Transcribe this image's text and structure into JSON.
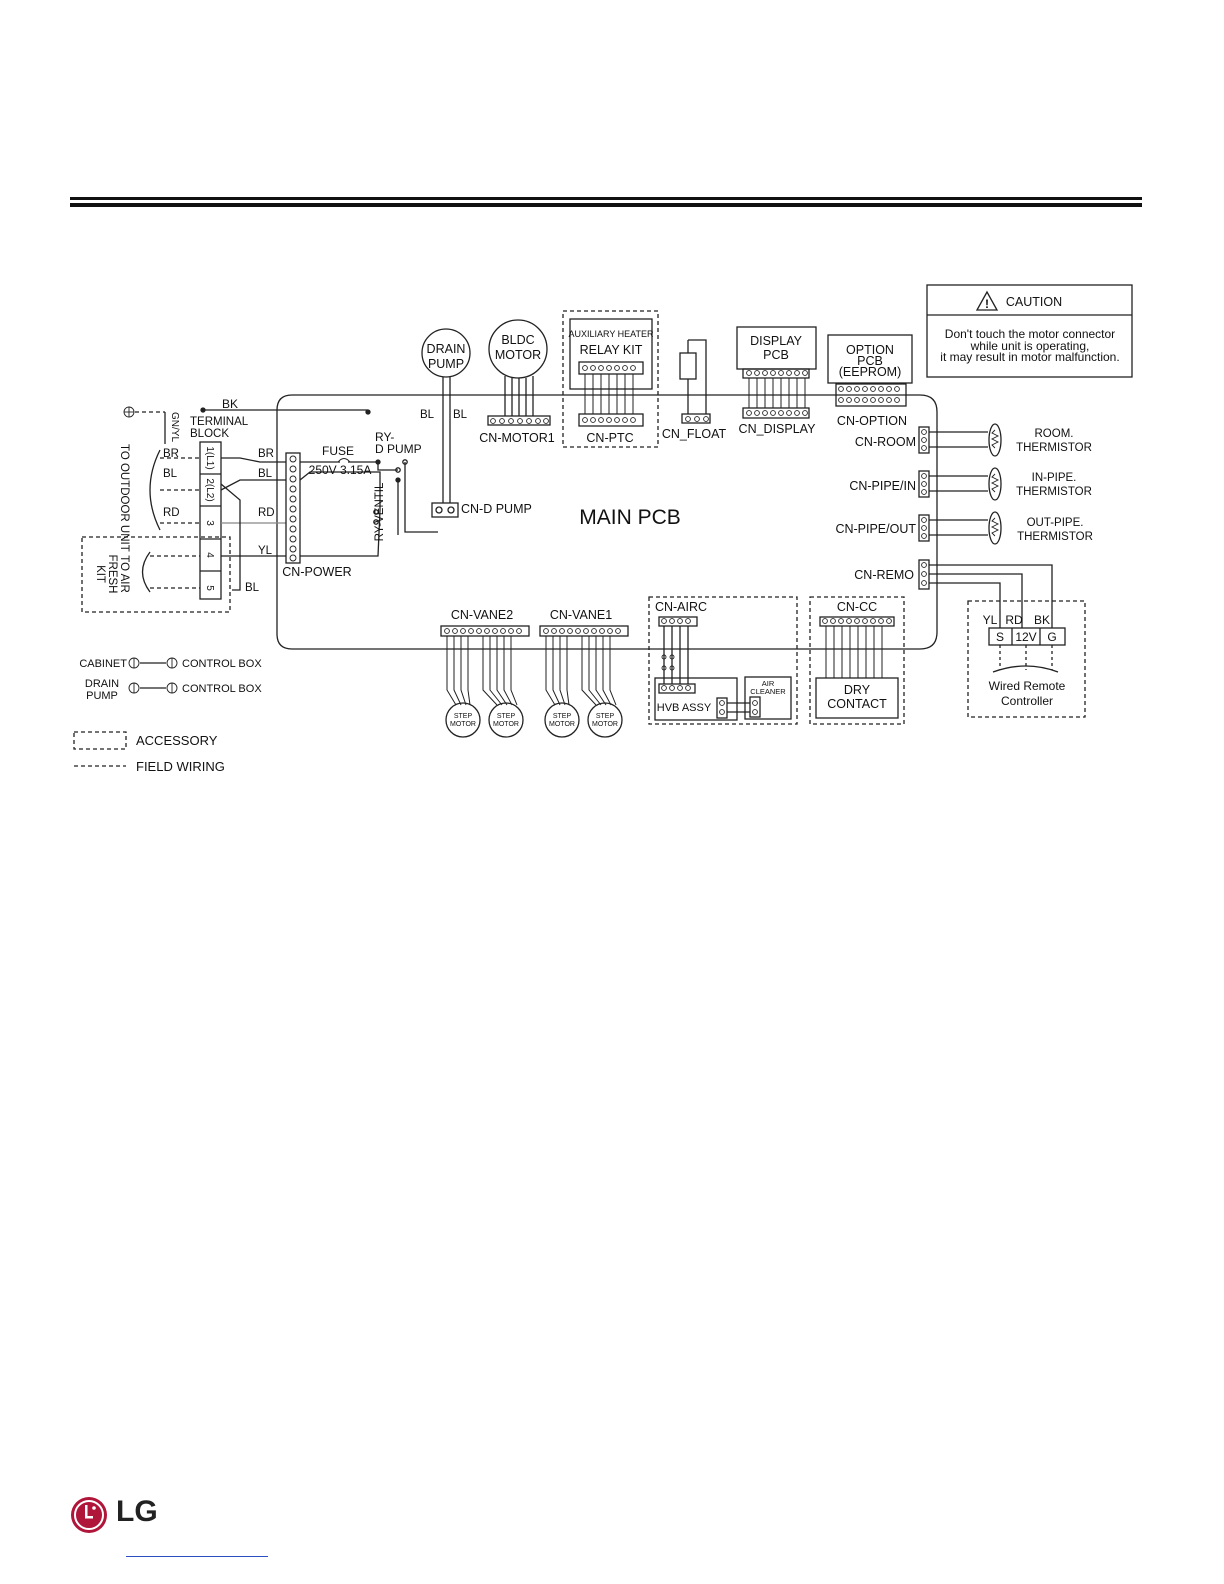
{
  "legend": {
    "accessory": "ACCESSORY",
    "field_wiring": "FIELD WIRING"
  },
  "caution": {
    "title": "CAUTION",
    "line1": "Don't touch the motor connector",
    "line2": "while unit is operating,",
    "line3": "it may result in motor malfunction."
  },
  "main_pcb": "MAIN PCB",
  "components": {
    "drain_pump": [
      "DRAIN",
      "PUMP"
    ],
    "bldc_motor": [
      "BLDC",
      "MOTOR"
    ],
    "aux_heater": [
      "AUXILIARY HEATER",
      "RELAY KIT"
    ],
    "display_pcb": [
      "DISPLAY",
      "PCB"
    ],
    "option_pcb": [
      "OPTION",
      "PCB",
      "(EEPROM)"
    ],
    "dry_contact": [
      "DRY",
      "CONTACT"
    ],
    "hvb_assy": "HVB ASSY",
    "air_cleaner": [
      "AIR",
      "CLEANER"
    ],
    "step_motor": [
      "STEP",
      "MOTOR"
    ],
    "wired_remote": [
      "Wired Remote",
      "Controller"
    ],
    "room_thermistor": [
      "ROOM.",
      "THERMISTOR"
    ],
    "inpipe_thermistor": [
      "IN-PIPE.",
      "THERMISTOR"
    ],
    "outpipe_thermistor": [
      "OUT-PIPE.",
      "THERMISTOR"
    ]
  },
  "connectors": {
    "motor1": "CN-MOTOR1",
    "ptc": "CN-PTC",
    "float": "CN_FLOAT",
    "display": "CN_DISPLAY",
    "option": "CN-OPTION",
    "room": "CN-ROOM",
    "pipe_in": "CN-PIPE/IN",
    "pipe_out": "CN-PIPE/OUT",
    "remo": "CN-REMO",
    "dpump": "CN-D PUMP",
    "power": "CN-POWER",
    "vane2": "CN-VANE2",
    "vane1": "CN-VANE1",
    "airc": "CN-AIRC",
    "cc": "CN-CC"
  },
  "wiring": {
    "bk": "BK",
    "terminal_block": [
      "TERMINAL",
      "BLOCK"
    ],
    "gnyl": "GN/YL",
    "br": "BR",
    "bl": "BL",
    "rd": "RD",
    "yl": "YL",
    "to_outdoor": "TO OUTDOOR UNIT",
    "to_air_fresh": [
      "TO AIR",
      "FRESH",
      "KIT"
    ],
    "terminals": [
      "1(L1)",
      "2(L2)",
      "3",
      "4",
      "5"
    ],
    "fuse": [
      "FUSE",
      "250V 3.15A"
    ],
    "ry_dpump": [
      "RY-",
      "D PUMP"
    ],
    "ry_ventil": "RY-VENTIL",
    "remote_terms": [
      "YL",
      "RD",
      "BK"
    ],
    "remote_pins": [
      "S",
      "12V",
      "G"
    ]
  },
  "grounds": {
    "cabinet": "CABINET",
    "control_box": "CONTROL BOX",
    "drain_pump": [
      "DRAIN",
      "PUMP"
    ]
  },
  "brand": {
    "logo": "LG"
  }
}
